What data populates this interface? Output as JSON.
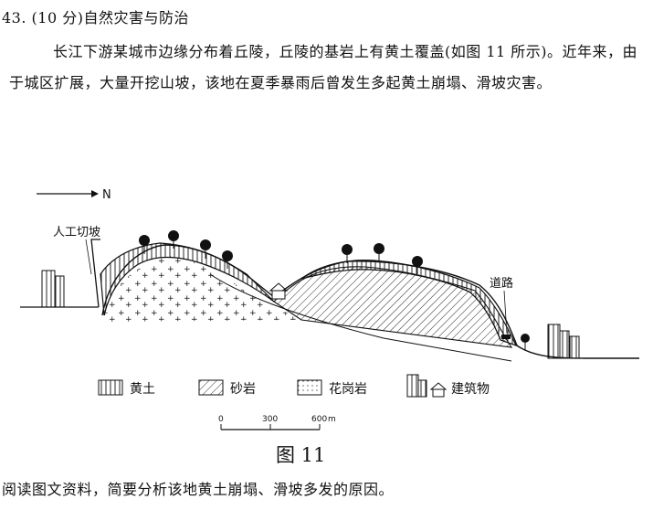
{
  "question": {
    "number": "43.",
    "points": "(10 分)",
    "title": "自然灾害与防治",
    "paragraph": "长江下游某城市边缘分布着丘陵，丘陵的基岩上有黄土覆盖(如图 11 所示)。近年来，由于城区扩展，大量开挖山坡，该地在夏季暴雨后曾发生多起黄土崩塌、滑坡灾害。",
    "prompt": "阅读图文资料，简要分析该地黄土崩塌、滑坡多发的原因。"
  },
  "figure": {
    "north_label": "N",
    "cut_slope_label": "人工切坡",
    "road_label": "道路",
    "legend": [
      {
        "key": "loess",
        "label": "黄土"
      },
      {
        "key": "sandstone",
        "label": "砂岩"
      },
      {
        "key": "granite",
        "label": "花岗岩"
      },
      {
        "key": "building",
        "label": "建筑物"
      }
    ],
    "scale": {
      "ticks": [
        "0",
        "300",
        "600"
      ],
      "unit": "m"
    },
    "caption": "图 11"
  }
}
